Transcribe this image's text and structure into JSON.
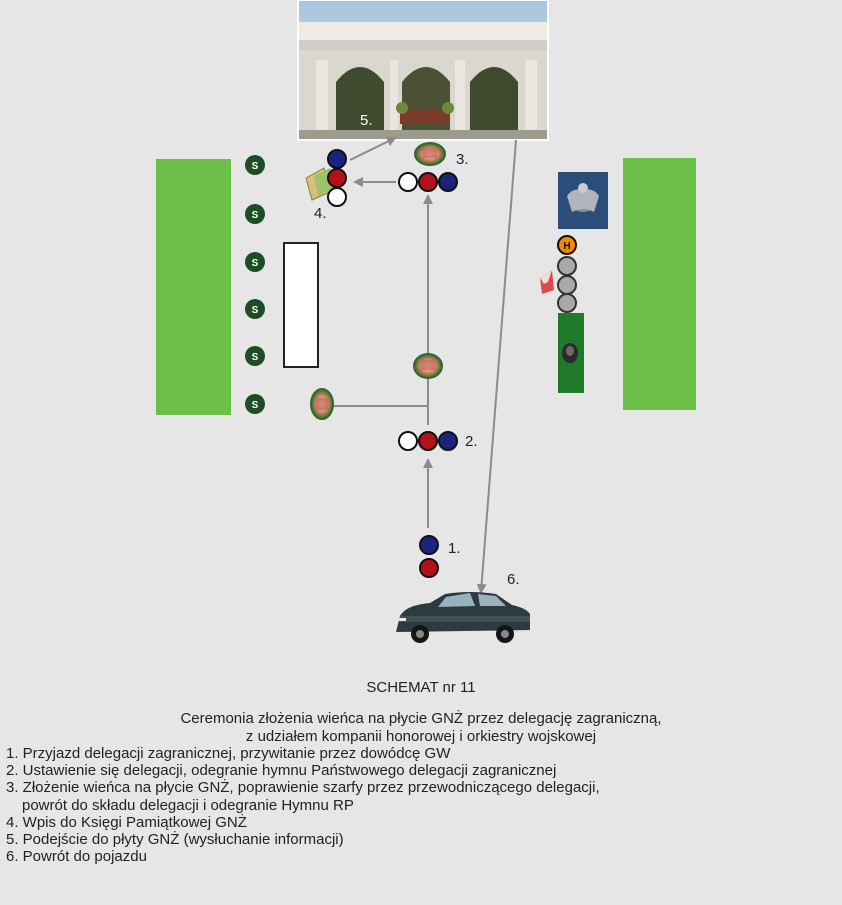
{
  "diagram": {
    "schemat_title": "SCHEMAT nr 11",
    "subtitle_line1": "Ceremonia złożenia wieńca na płycie GNŻ przez delegację zagraniczną,",
    "subtitle_line2": "z udziałem kompanii honorowej i orkiestry wojskowej",
    "soldier_badge_letter": "S",
    "orchestra_badge_letter": "H",
    "step_markers": [
      "1.",
      "2.",
      "3.",
      "4.",
      "5.",
      "6."
    ],
    "legend": [
      {
        "text": "1. Przyjazd delegacji zagranicznej, przywitanie przez dowódcę GW",
        "cont": ""
      },
      {
        "text": "2. Ustawienie się delegacji, odegranie hymnu Państwowego delegacji zagranicznej",
        "cont": ""
      },
      {
        "text": "3. Złożenie wieńca na płycie GNŻ, poprawienie szarfy przez przewodniczącego delegacji,",
        "cont": "powrót do składu delegacji i odegranie Hymnu RP"
      },
      {
        "text": "4. Wpis do Księgi Pamiątkowej GNŻ",
        "cont": ""
      },
      {
        "text": "5. Podejście do płyty GNŻ (wysłuchanie informacji)",
        "cont": ""
      },
      {
        "text": "6. Powrót do pojazdu",
        "cont": ""
      }
    ],
    "colors": {
      "background": "#e6e6e6",
      "green_block": "#6cc04a",
      "navy": "#1a237e",
      "red": "#b3121a",
      "white": "#ffffff",
      "soldier_badge": "#1d4d22",
      "arrow": "#8c8c8c",
      "gray_musician": "#a9a9a9",
      "orange": "#f08a00"
    }
  }
}
